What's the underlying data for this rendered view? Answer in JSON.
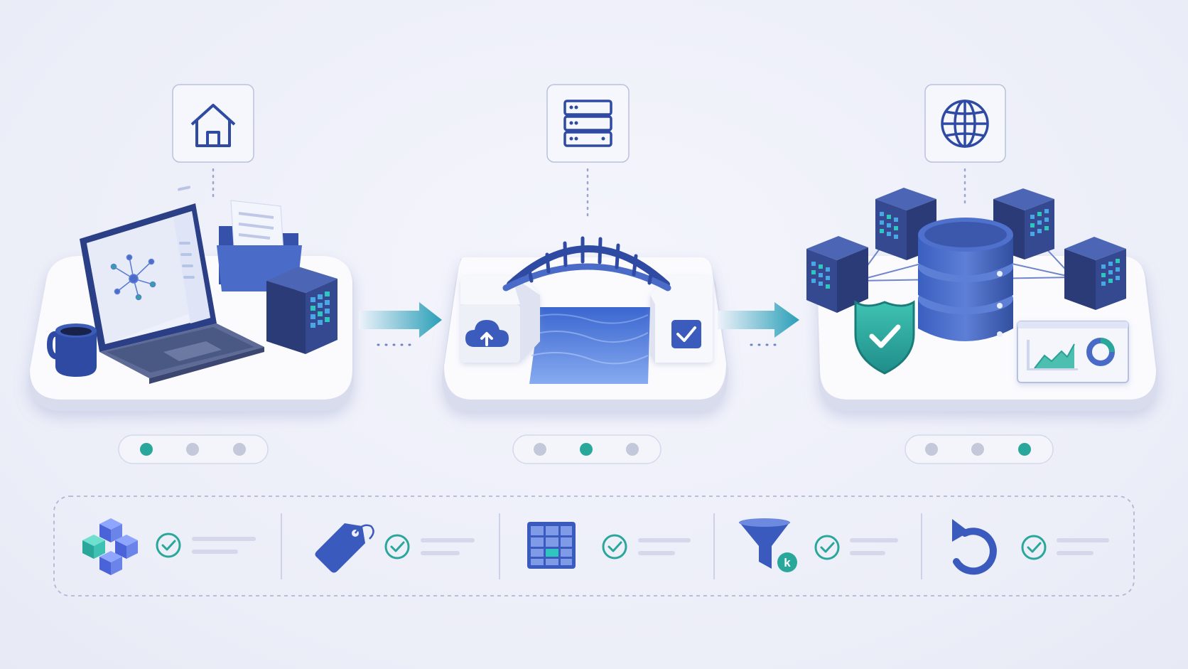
{
  "colors": {
    "navy": "#2f4aa3",
    "blue": "#4a6bc7",
    "light_blue": "#8fa6e6",
    "teal": "#2aa79b",
    "gray_dot": "#c3c8da",
    "panel": "#f7f8fc",
    "outline": "#a7b1d6"
  },
  "stages": [
    {
      "top_icon": "home-icon",
      "scene": "workspace",
      "active_step": 0,
      "step_count": 3
    },
    {
      "top_icon": "server-icon",
      "scene": "bridge",
      "active_step": 1,
      "step_count": 3
    },
    {
      "top_icon": "globe-icon",
      "scene": "database-network",
      "active_step": 2,
      "step_count": 3
    }
  ],
  "features": [
    {
      "icon": "cubes-icon",
      "checked": true
    },
    {
      "icon": "tag-icon",
      "checked": true
    },
    {
      "icon": "table-grid-icon",
      "checked": true
    },
    {
      "icon": "filter-k-icon",
      "checked": true,
      "badge": "k"
    },
    {
      "icon": "refresh-icon",
      "checked": true
    }
  ]
}
